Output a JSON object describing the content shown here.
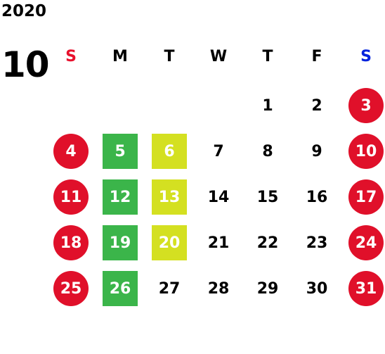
{
  "calendar": {
    "year": "2020",
    "month": "10",
    "weekdays": [
      {
        "label": "S",
        "color": "#e8112d"
      },
      {
        "label": "M",
        "color": "#000000"
      },
      {
        "label": "T",
        "color": "#000000"
      },
      {
        "label": "W",
        "color": "#000000"
      },
      {
        "label": "T",
        "color": "#000000"
      },
      {
        "label": "F",
        "color": "#000000"
      },
      {
        "label": "S",
        "color": "#0022dd"
      }
    ],
    "colors": {
      "holiday_circle": "#e0102a",
      "green_square": "#3bb54a",
      "yellow_square": "#d4e021",
      "text_dark": "#000000",
      "text_light": "#ffffff"
    },
    "weeks": [
      [
        null,
        null,
        null,
        null,
        {
          "day": "1"
        },
        {
          "day": "2"
        },
        {
          "day": "3",
          "style": "circle"
        }
      ],
      [
        {
          "day": "4",
          "style": "circle"
        },
        {
          "day": "5",
          "style": "green"
        },
        {
          "day": "6",
          "style": "yellow"
        },
        {
          "day": "7"
        },
        {
          "day": "8"
        },
        {
          "day": "9"
        },
        {
          "day": "10",
          "style": "circle"
        }
      ],
      [
        {
          "day": "11",
          "style": "circle"
        },
        {
          "day": "12",
          "style": "green"
        },
        {
          "day": "13",
          "style": "yellow"
        },
        {
          "day": "14"
        },
        {
          "day": "15"
        },
        {
          "day": "16"
        },
        {
          "day": "17",
          "style": "circle"
        }
      ],
      [
        {
          "day": "18",
          "style": "circle"
        },
        {
          "day": "19",
          "style": "green"
        },
        {
          "day": "20",
          "style": "yellow"
        },
        {
          "day": "21"
        },
        {
          "day": "22"
        },
        {
          "day": "23"
        },
        {
          "day": "24",
          "style": "circle"
        }
      ],
      [
        {
          "day": "25",
          "style": "circle"
        },
        {
          "day": "26",
          "style": "green"
        },
        {
          "day": "27"
        },
        {
          "day": "28"
        },
        {
          "day": "29"
        },
        {
          "day": "30"
        },
        {
          "day": "31",
          "style": "circle"
        }
      ]
    ]
  }
}
